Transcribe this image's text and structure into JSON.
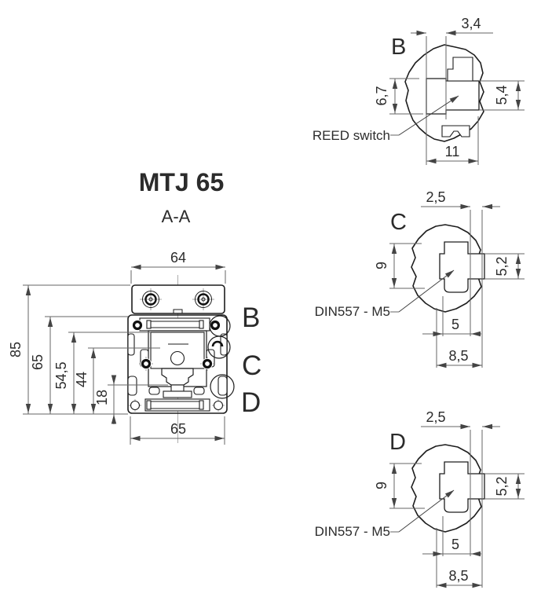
{
  "drawing_title": "MTJ 65",
  "section_label": "A-A",
  "colors": {
    "line": "#1d1d1d",
    "dim_line": "#666666",
    "background": "#ffffff"
  },
  "main_view": {
    "dim_top": "64",
    "dim_bottom": "65",
    "left_dims": [
      "85",
      "65",
      "54,5",
      "44",
      "18"
    ],
    "detail_markers": [
      "B",
      "C",
      "D"
    ]
  },
  "details": [
    {
      "label": "B",
      "callout": "REED switch",
      "dim_top": "3,4",
      "dim_left": "6,7",
      "dim_right": "5,4",
      "dim_bottom": "11"
    },
    {
      "label": "C",
      "callout": "DIN557 - M5",
      "dim_top": "2,5",
      "dim_left": "9",
      "dim_right": "5,2",
      "dim_bottom_inner": "5",
      "dim_bottom_outer": "8,5"
    },
    {
      "label": "D",
      "callout": "DIN557 - M5",
      "dim_top": "2,5",
      "dim_left": "9",
      "dim_right": "5,2",
      "dim_bottom_inner": "5",
      "dim_bottom_outer": "8,5"
    }
  ]
}
